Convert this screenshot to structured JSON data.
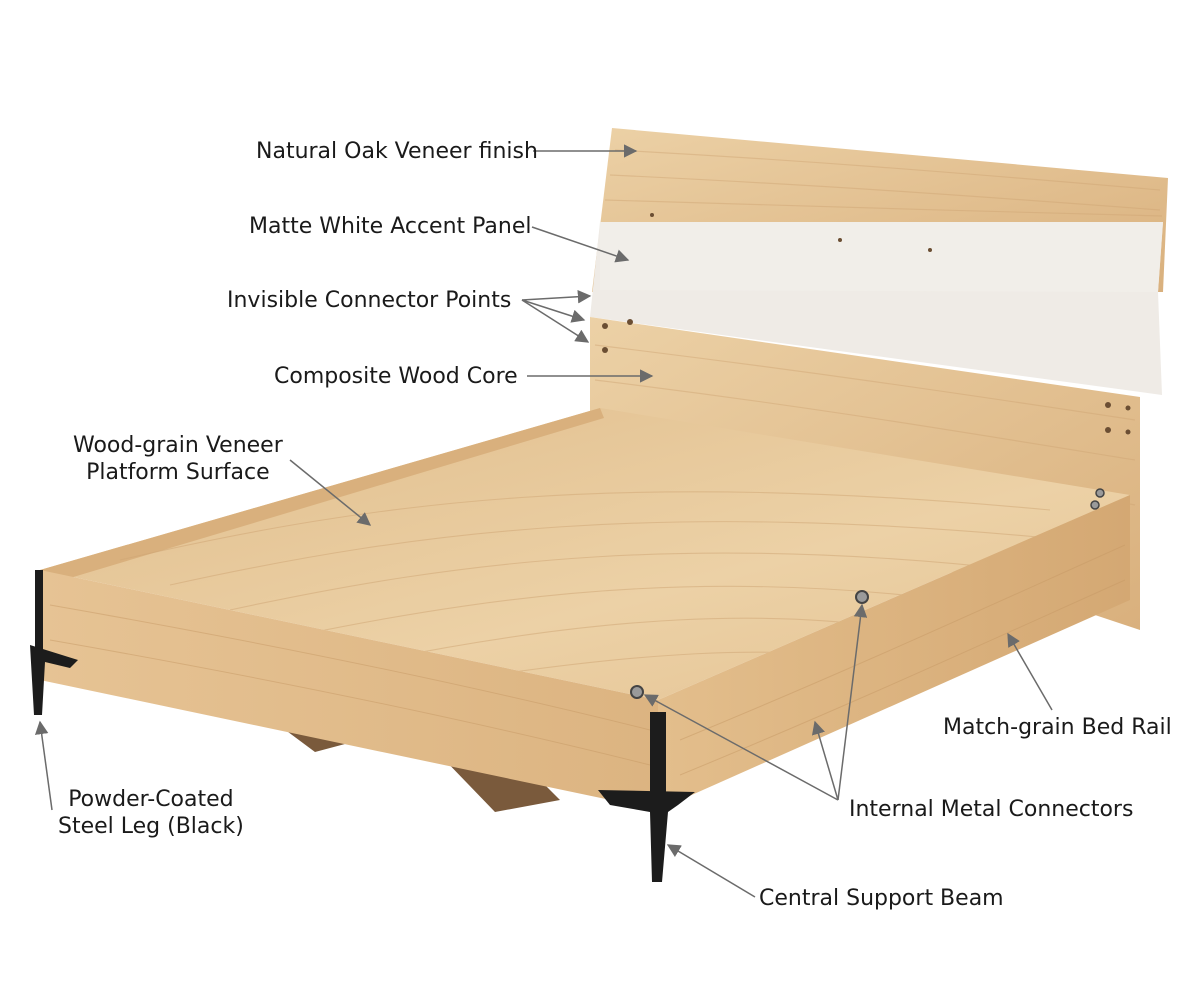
{
  "callouts": {
    "oak_veneer": "Natural Oak Veneer finish",
    "white_panel": "Matte White Accent Panel",
    "connector_points": "Invisible Connector Points",
    "wood_core": "Composite Wood Core",
    "platform_line1": "Wood-grain Veneer",
    "platform_line2": "Platform Surface",
    "bed_rail": "Match-grain Bed Rail",
    "leg_line1": "Powder-Coated",
    "leg_line2": "Steel Leg (Black)",
    "metal_connectors": "Internal Metal Connectors",
    "support_beam": "Central Support Beam"
  },
  "colors": {
    "wood_light": "#e8c89b",
    "wood_mid": "#dcb27f",
    "wood_dark": "#c99c68",
    "accent_white": "#efebe6",
    "steel_black": "#1c1c1c",
    "beam_brown": "#7a5a3c",
    "leader_gray": "#6b6b6b"
  }
}
